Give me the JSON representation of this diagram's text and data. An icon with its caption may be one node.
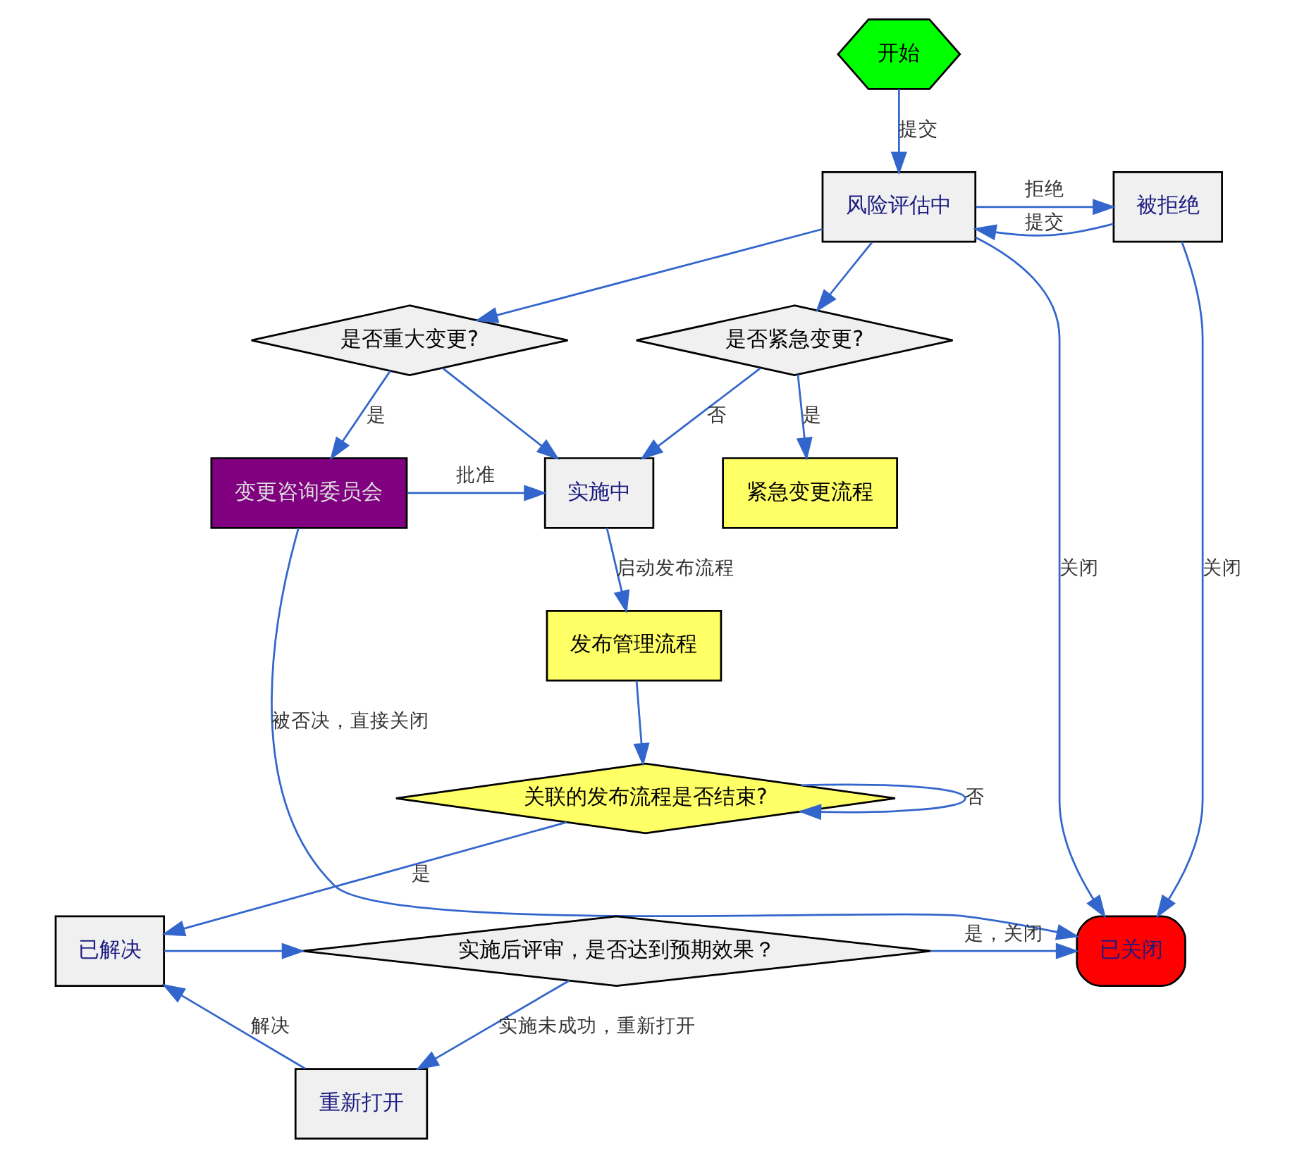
{
  "diagram": {
    "nodes": [
      {
        "text": [
          "开始"
        ]
      },
      {
        "text": [
          "风险评估中"
        ]
      },
      {
        "text": [
          "被拒绝"
        ]
      },
      {
        "text": [
          "是否紧急变更?"
        ]
      },
      {
        "text": [
          "是否重大变更?"
        ]
      },
      {
        "text": [
          "紧急变更流程"
        ]
      },
      {
        "text": [
          "实施中"
        ]
      },
      {
        "text": [
          "变更咨询委员会"
        ]
      },
      {
        "text": [
          "发布管理流程"
        ]
      },
      {
        "text": [
          "关联的发布流程是否结束?"
        ]
      },
      {
        "text": [
          "已解决"
        ]
      },
      {
        "text": [
          "实施后评审，是否达到预期效果？"
        ]
      },
      {
        "text": [
          "已关闭"
        ]
      },
      {
        "text": [
          "重新打开"
        ]
      }
    ],
    "edges": [
      {
        "from": 0,
        "to": 1,
        "arrow": "to",
        "label": "提交"
      },
      {
        "from": 1,
        "to": 2,
        "arrow": "to",
        "label": "拒绝"
      },
      {
        "from": 2,
        "to": 1,
        "arrow": "to",
        "label": "提交"
      },
      {
        "from": 1,
        "to": 12,
        "arrow": "to",
        "label": "关闭"
      },
      {
        "from": 1,
        "to": 3,
        "arrow": "to"
      },
      {
        "from": 1,
        "to": 4,
        "arrow": "to"
      },
      {
        "from": 3,
        "to": 5,
        "arrow": "to",
        "label": "是"
      },
      {
        "from": 3,
        "to": 6,
        "arrow": "to",
        "label": "否"
      },
      {
        "from": 4,
        "to": 6,
        "arrow": "to"
      },
      {
        "from": 4,
        "to": 7,
        "arrow": "to",
        "label": "是"
      },
      {
        "from": 7,
        "to": 6,
        "arrow": "to",
        "label": "批准"
      },
      {
        "from": 7,
        "to": 12,
        "arrow": "to",
        "label": "被否决，直接关闭"
      },
      {
        "from": 6,
        "to": 8,
        "arrow": "to",
        "label": "启动发布流程"
      },
      {
        "from": 8,
        "to": 9,
        "arrow": "to"
      },
      {
        "from": 9,
        "to": 9,
        "arrow": "to",
        "label": "否"
      },
      {
        "from": 9,
        "to": 10,
        "arrow": "to",
        "label": "是"
      },
      {
        "from": 10,
        "to": 11,
        "arrow": "to"
      },
      {
        "from": 11,
        "to": 12,
        "arrow": "to",
        "label": "是，关闭"
      },
      {
        "from": 11,
        "to": 13,
        "arrow": "to",
        "label": "实施未成功，重新打开"
      },
      {
        "from": 13,
        "to": 10,
        "arrow": "to",
        "label": "解决"
      },
      {
        "from": 2,
        "to": 12,
        "arrow": "to",
        "label": "关闭"
      }
    ]
  }
}
